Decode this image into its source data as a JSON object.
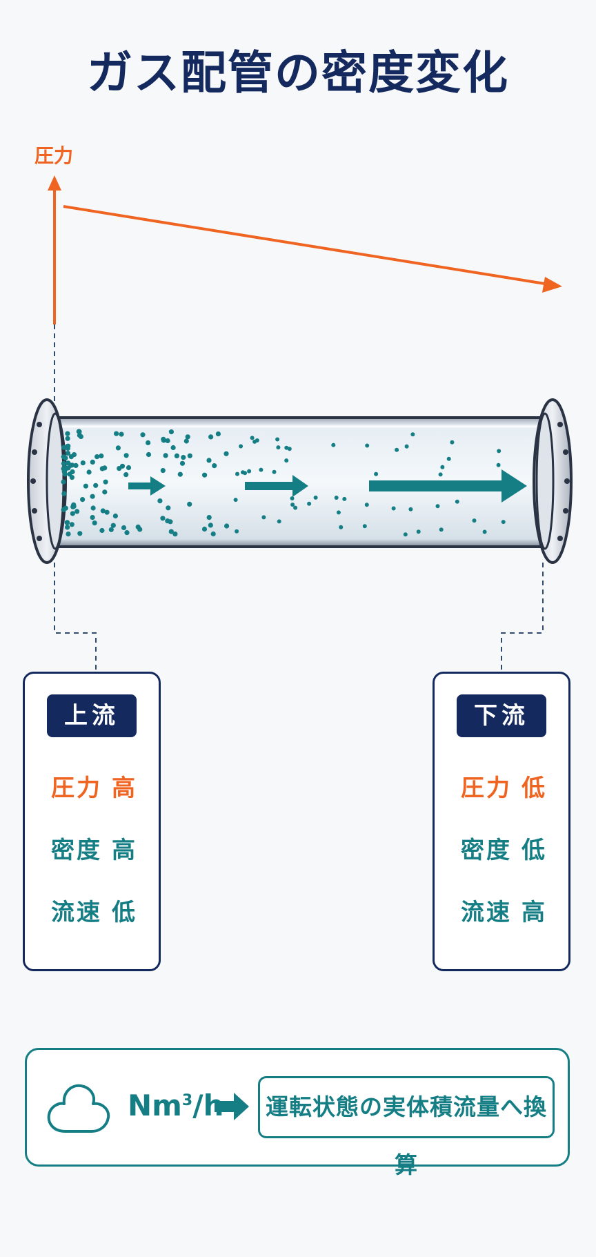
{
  "title": "ガス配管の密度変化",
  "pressure_axis_label": "圧力",
  "upstream": {
    "tag": "上流",
    "pressure_label": "圧力",
    "pressure_value": "高",
    "density_label": "密度",
    "density_value": "高",
    "velocity_label": "流速",
    "velocity_value": "低"
  },
  "downstream": {
    "tag": "下流",
    "pressure_label": "圧力",
    "pressure_value": "低",
    "density_label": "密度",
    "density_value": "低",
    "velocity_label": "流速",
    "velocity_value": "高"
  },
  "conversion": {
    "unit": "Nm",
    "unit_sup": "3",
    "unit_suffix": "/h",
    "result": "運転状態の実体積流量へ換算"
  },
  "colors": {
    "navy": "#14295e",
    "orange": "#ef6420",
    "teal": "#157e85"
  },
  "icons": [
    "cloud-icon",
    "arrow-right-icon"
  ]
}
